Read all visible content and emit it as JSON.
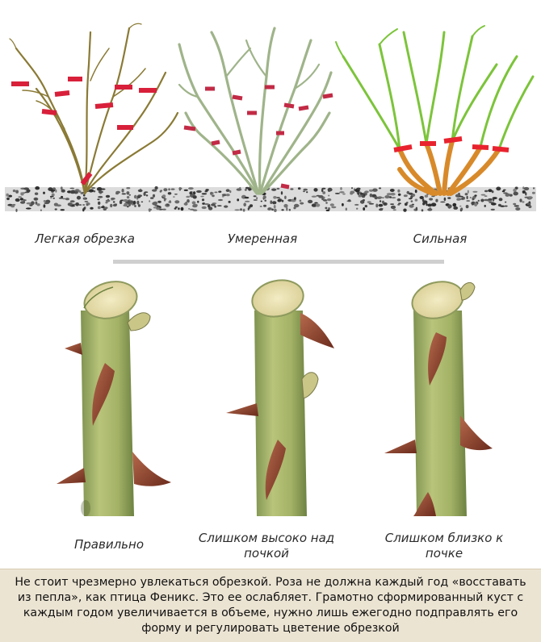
{
  "bush_labels": {
    "light": "Легкая обрезка",
    "moderate": "Умеренная",
    "strong": "Сильная"
  },
  "cut_labels": {
    "correct": "Правильно",
    "too_high": "Слишком высоко над почкой",
    "too_close": "Слишком близко к почке"
  },
  "caption": "Не стоит чрезмерно увлекаться обрезкой. Роза не должна каждый год «восставать из пепла», как птица Феникс. Это ее ослабляет. Грамотно сформированный куст с каждым годом увеличивается в объеме, нужно лишь ежегодно подправлять его форму и регулировать цветение обрезкой",
  "colors": {
    "cut_mark": "#d8203a",
    "stem_green": "#a9b86b",
    "thorn": "#8a3b2a",
    "caption_bg": "#ece4d3",
    "soil": "#5a5a5a"
  }
}
